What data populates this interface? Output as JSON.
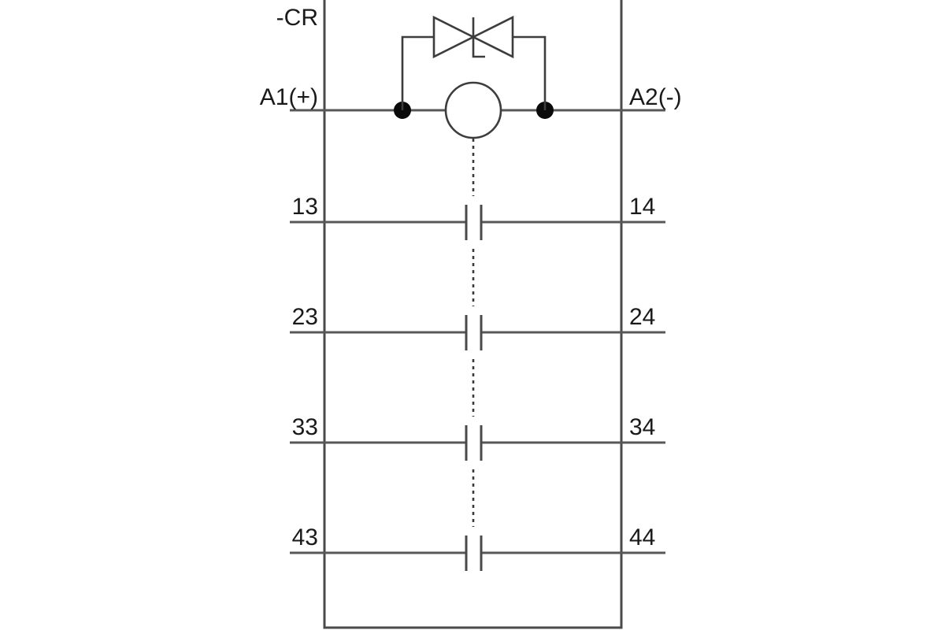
{
  "diagram": {
    "type": "electrical-schematic",
    "subtype": "relay-contact-block",
    "device_designation": "-CR",
    "background_color": "#ffffff",
    "line_color": "#585858",
    "border_color": "#4a4a4a",
    "text_color": "#1a1a1a",
    "dot_color": "#0a0a0a"
  },
  "coil": {
    "left_terminal_label": "A1(+)",
    "right_terminal_label": "A2(-)",
    "symbol": "circle-coil",
    "suppressor_symbol": "bidirectional-tvs-diode",
    "junction_dots": 2
  },
  "contacts": [
    {
      "left_label": "13",
      "right_label": "14",
      "type": "normally-open"
    },
    {
      "left_label": "23",
      "right_label": "24",
      "type": "normally-open"
    },
    {
      "left_label": "33",
      "right_label": "34",
      "type": "normally-open"
    },
    {
      "left_label": "43",
      "right_label": "44",
      "type": "normally-open"
    }
  ],
  "icons": {
    "coil": "relay-coil-icon",
    "suppressor": "tvs-diode-icon",
    "contact": "normally-open-contact-icon",
    "junction": "junction-dot-icon",
    "mechanical_link": "dashed-mechanical-link-icon"
  }
}
